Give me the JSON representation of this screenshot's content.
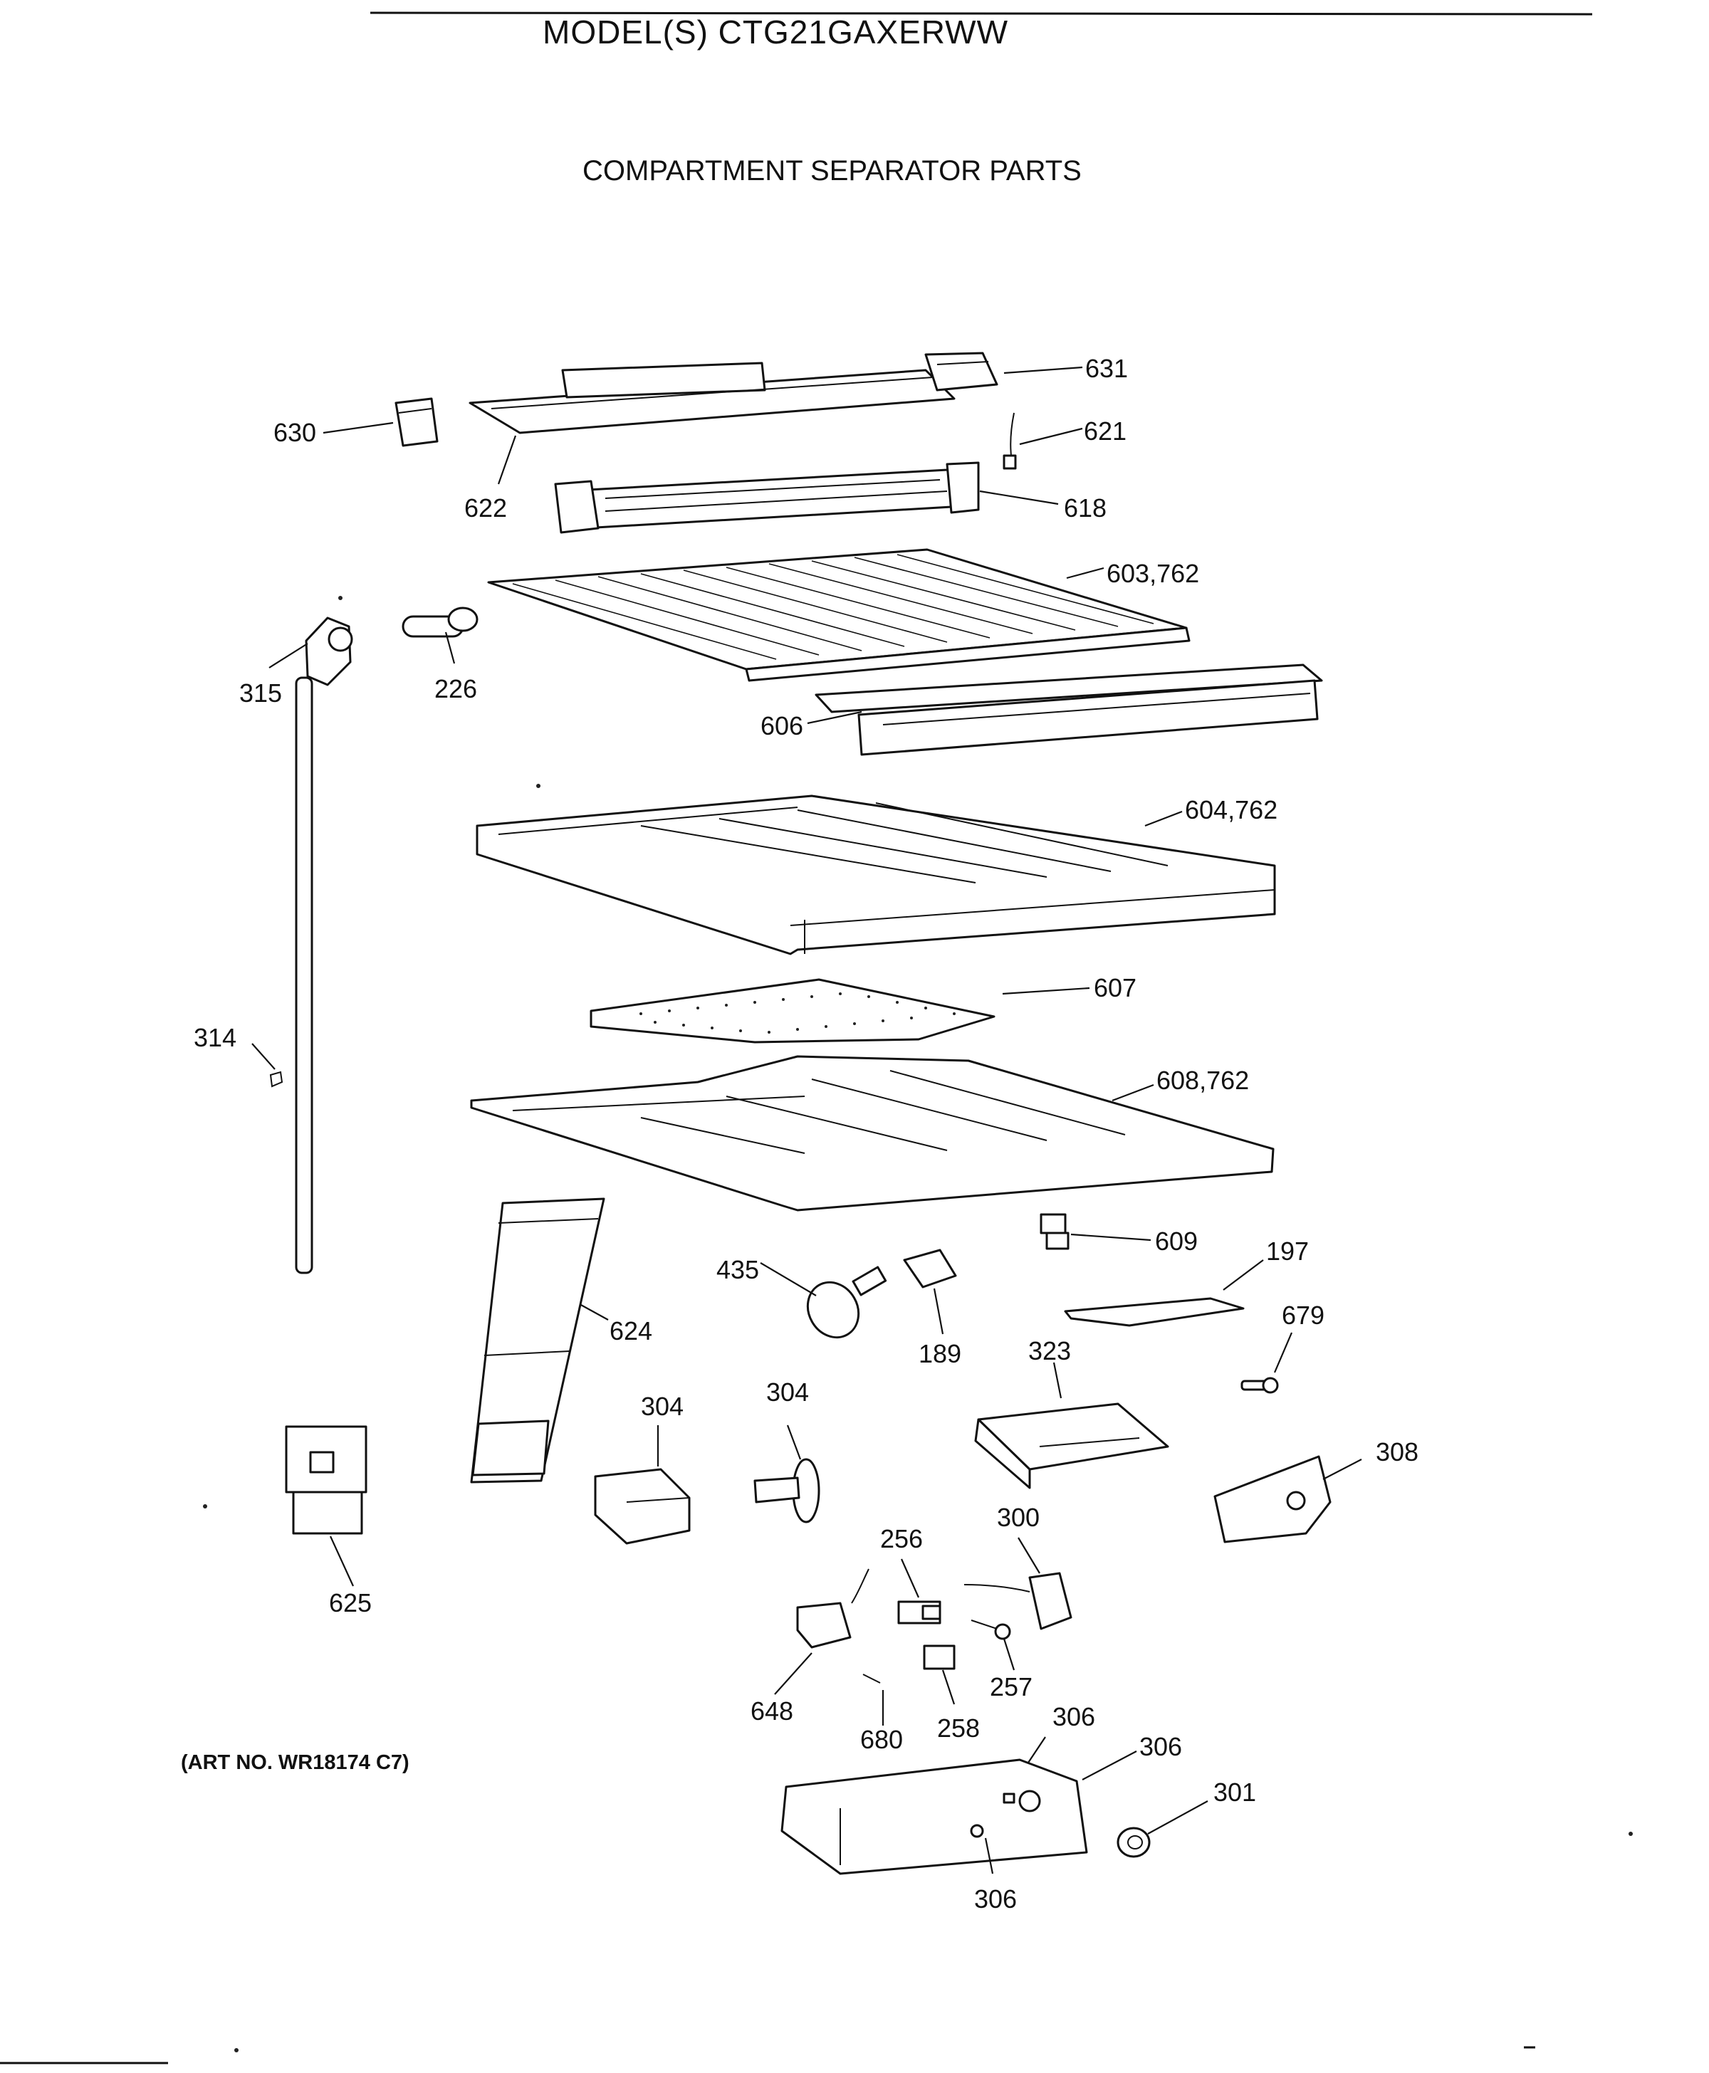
{
  "header": {
    "model": "MODEL(S) CTG21GAXERWW",
    "section": "COMPARTMENT SEPARATOR PARTS"
  },
  "footer": {
    "art_number": "(ART NO. WR18174 C7)"
  },
  "callouts": {
    "c631": "631",
    "c630": "630",
    "c621": "621",
    "c622": "622",
    "c618": "618",
    "c603": "603,762",
    "c315": "315",
    "c226": "226",
    "c606": "606",
    "c604": "604,762",
    "c607": "607",
    "c314": "314",
    "c608": "608,762",
    "c609": "609",
    "c197": "197",
    "c435": "435",
    "c189": "189",
    "c679": "679",
    "c624": "624",
    "c323": "323",
    "c304a": "304",
    "c304b": "304",
    "c308": "308",
    "c625": "625",
    "c256": "256",
    "c300": "300",
    "c648": "648",
    "c257": "257",
    "c680": "680",
    "c258": "258",
    "c306a": "306",
    "c306b": "306",
    "c306c": "306",
    "c301": "301"
  }
}
